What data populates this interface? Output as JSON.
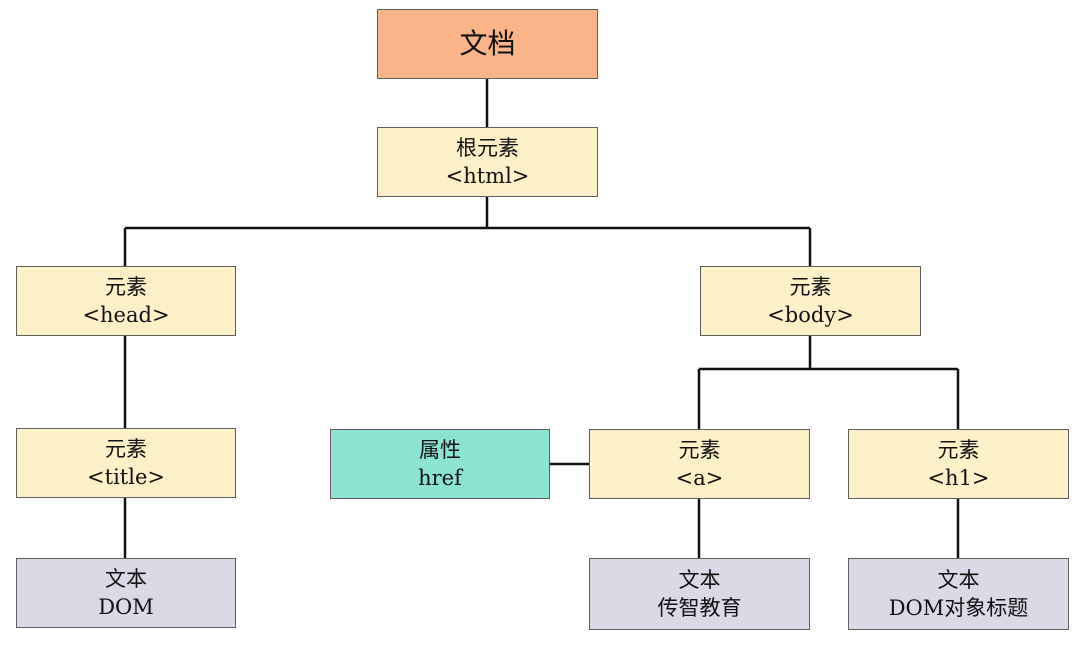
{
  "nodes": {
    "document": {
      "line1": "文档"
    },
    "root": {
      "line1": "根元素",
      "line2": "<html>"
    },
    "head": {
      "line1": "元素",
      "line2": "<head>"
    },
    "body": {
      "line1": "元素",
      "line2": "<body>"
    },
    "title": {
      "line1": "元素",
      "line2": "<title>"
    },
    "attribute": {
      "line1": "属性",
      "line2": "href"
    },
    "a": {
      "line1": "元素",
      "line2": "<a>"
    },
    "h1": {
      "line1": "元素",
      "line2": "<h1>"
    },
    "text_dom": {
      "line1": "文本",
      "line2": "DOM"
    },
    "text_edu": {
      "line1": "文本",
      "line2": "传智教育"
    },
    "text_title": {
      "line1": "文本",
      "line2": "DOM对象标题"
    }
  },
  "colors": {
    "document_fill": "#f9b48a",
    "element_fill": "#fcf0c8",
    "attribute_fill": "#8de3d1",
    "text_fill": "#dcd8e6",
    "line": "#111111"
  }
}
